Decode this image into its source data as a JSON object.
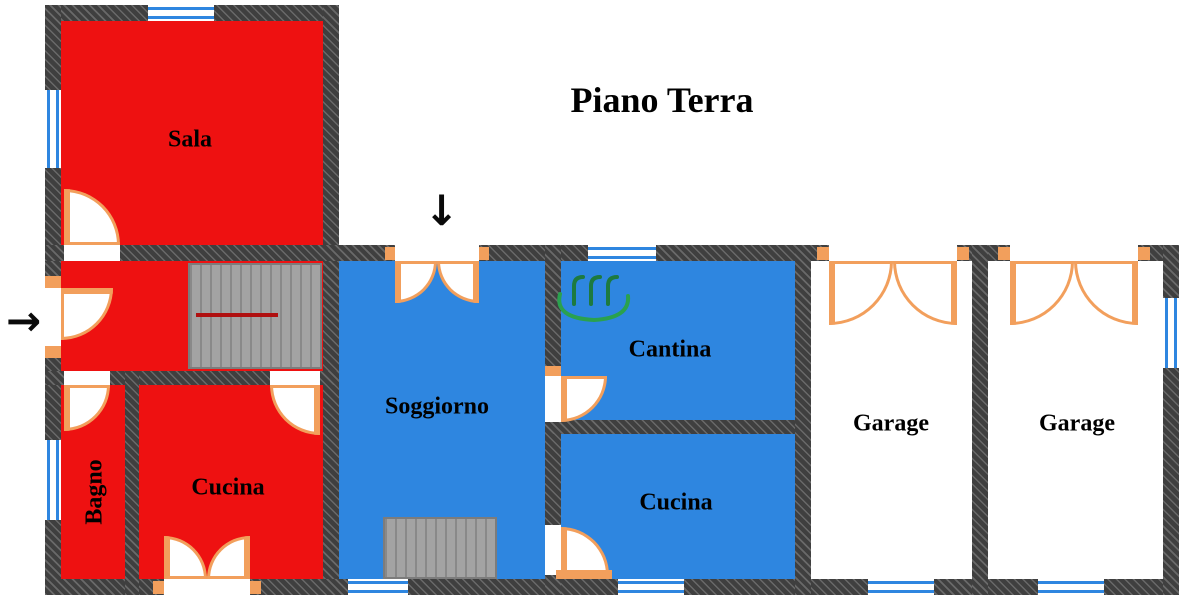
{
  "title": "Piano Terra",
  "rooms": {
    "sala": {
      "label": "Sala",
      "color": "#ee1111"
    },
    "bagno": {
      "label": "Bagno",
      "color": "#ee1111"
    },
    "cucina_left": {
      "label": "Cucina",
      "color": "#ee1111"
    },
    "soggiorno": {
      "label": "Soggiorno",
      "color": "#2e86e0"
    },
    "cantina": {
      "label": "Cantina",
      "color": "#2e86e0"
    },
    "cucina_center": {
      "label": "Cucina",
      "color": "#2e86e0"
    },
    "garage_left": {
      "label": "Garage",
      "color": "#ffffff"
    },
    "garage_right": {
      "label": "Garage",
      "color": "#ffffff"
    }
  },
  "icons": {
    "entrance_arrow": "→",
    "stair_entry_arrow": "↓",
    "logo": "green-watermark-logo"
  },
  "colors": {
    "wall": "#3f3f3f",
    "room_red": "#ee1111",
    "room_blue": "#2e86e0",
    "door": "#f29f5c",
    "window": "#2e86e0",
    "stairs": "#a3a3a3",
    "stair_rail": "#b01010",
    "logo_green": "#1d7a3f"
  }
}
